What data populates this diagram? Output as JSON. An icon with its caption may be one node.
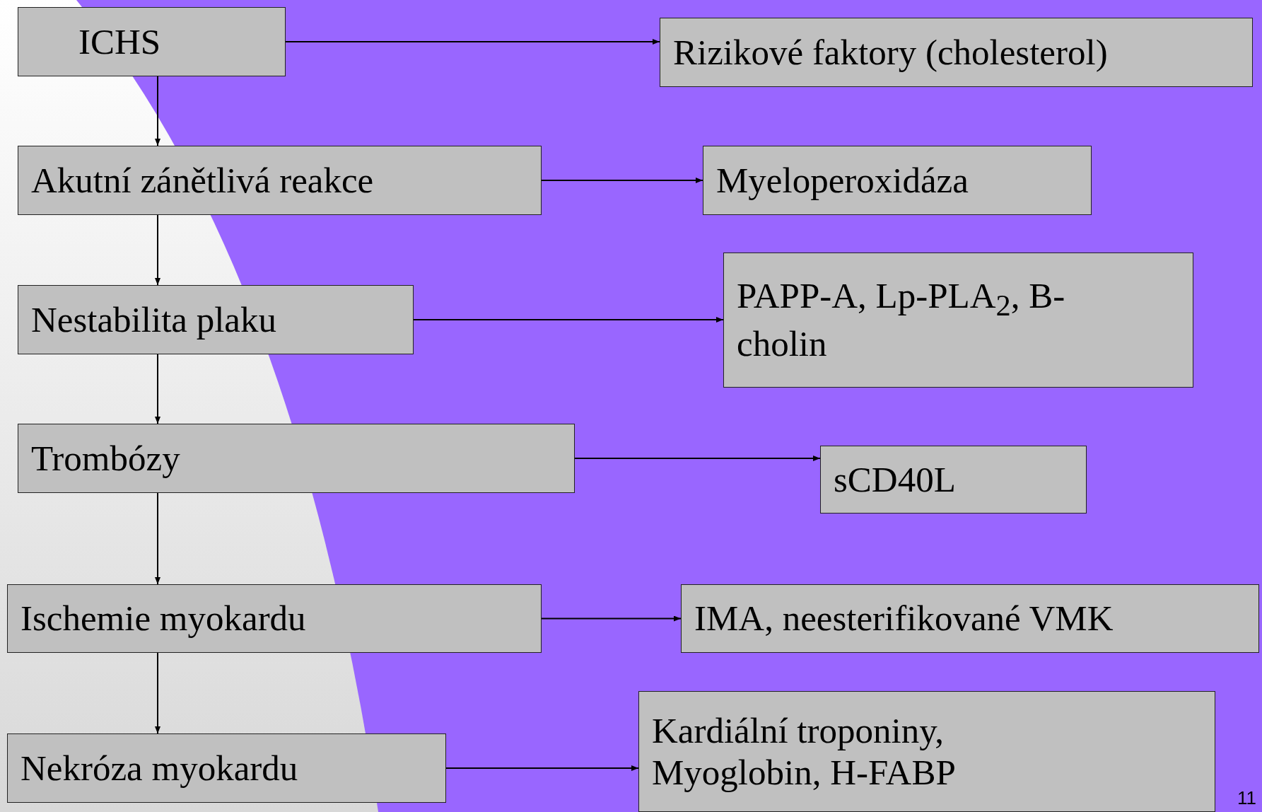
{
  "diagram": {
    "nodes": [
      {
        "text": [
          "ICHS"
        ]
      },
      {
        "text": [
          "Rizikové faktory (cholesterol)"
        ]
      },
      {
        "text": [
          "Akutní zánětlivá reakce"
        ]
      },
      {
        "text": [
          "Myeloperoxidáza"
        ]
      },
      {
        "text": [
          "Nestabilita plaku"
        ]
      },
      {
        "text": [
          "PAPP-A, Lp-PLA$_{2}$, B-cholin"
        ]
      },
      {
        "text": [
          "Trombózy"
        ]
      },
      {
        "text": [
          "sCD40L"
        ]
      },
      {
        "text": [
          "Ischemie myokardu"
        ]
      },
      {
        "text": [
          "IMA, neesterifikované VMK"
        ]
      },
      {
        "text": [
          "Nekróza myokardu"
        ]
      },
      {
        "text": [
          "Kardiální troponiny, Myoglobin, H-FABP"
        ]
      }
    ],
    "edges": [
      {
        "from": 0,
        "to": 1,
        "arrow": "to"
      },
      {
        "from": 0,
        "to": 2,
        "arrow": "to"
      },
      {
        "from": 2,
        "to": 3,
        "arrow": "to"
      },
      {
        "from": 2,
        "to": 4,
        "arrow": "to"
      },
      {
        "from": 4,
        "to": 5,
        "arrow": "to"
      },
      {
        "from": 4,
        "to": 6,
        "arrow": "to"
      },
      {
        "from": 6,
        "to": 7,
        "arrow": "to"
      },
      {
        "from": 6,
        "to": 8,
        "arrow": "to"
      },
      {
        "from": 8,
        "to": 9,
        "arrow": "to"
      },
      {
        "from": 8,
        "to": 10,
        "arrow": "to"
      },
      {
        "from": 10,
        "to": 11,
        "arrow": "to"
      }
    ],
    "labels": [
      "11"
    ]
  }
}
